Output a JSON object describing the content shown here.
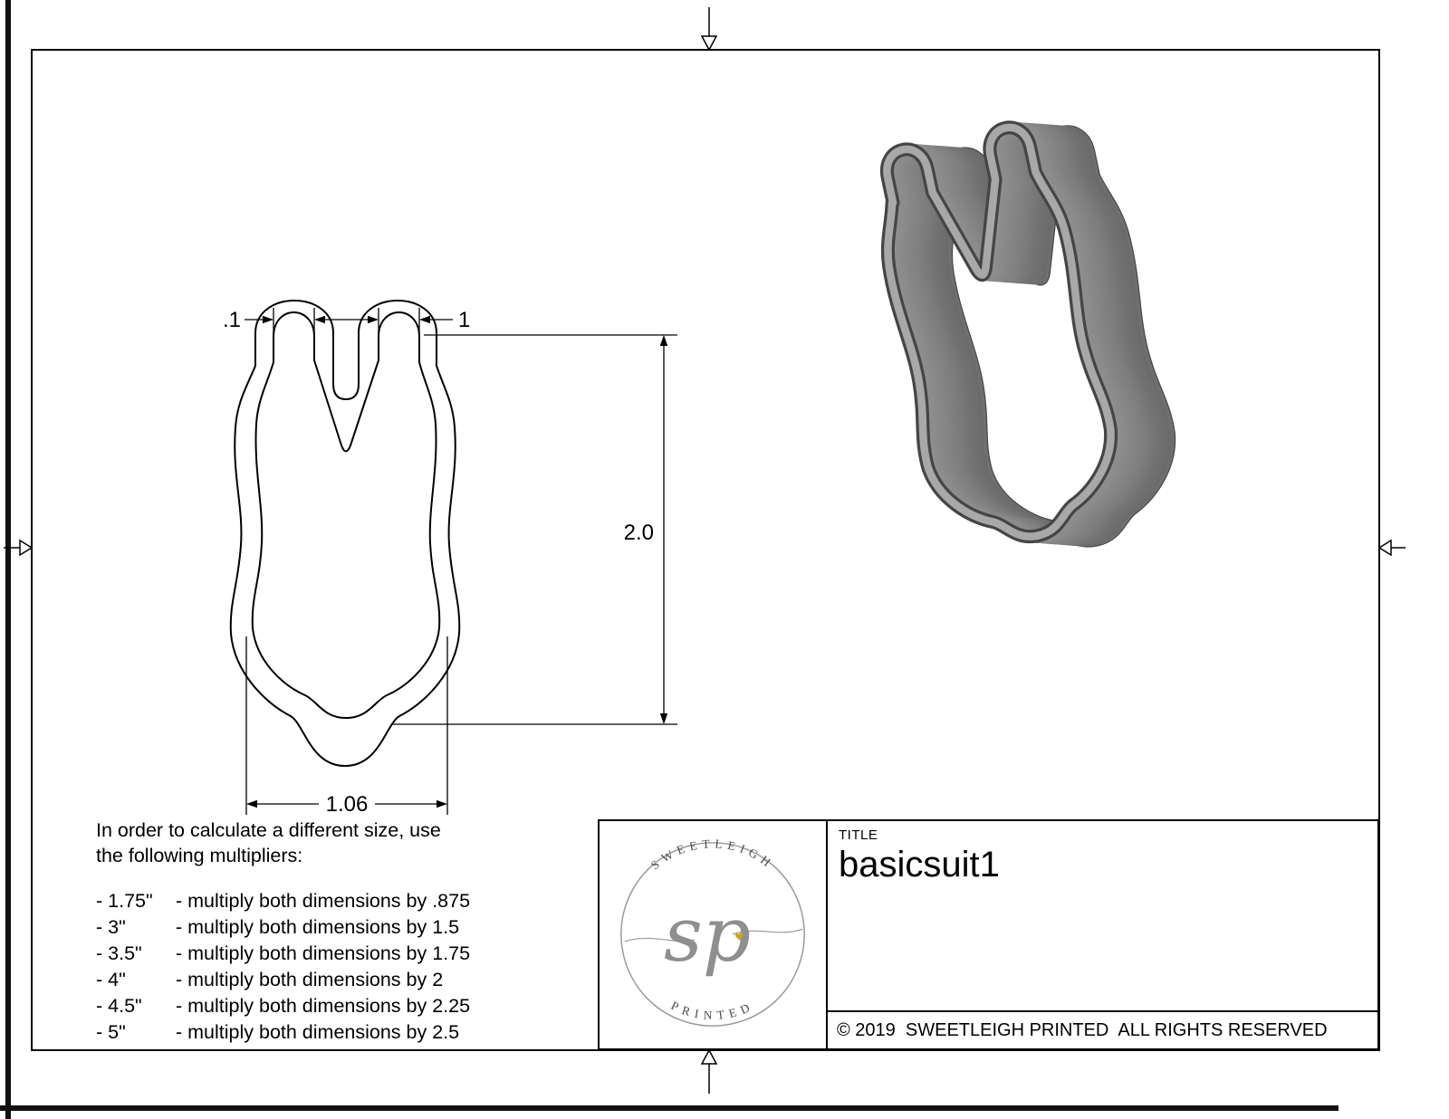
{
  "dimensions": {
    "wall": ".1",
    "top_width": "1",
    "height": "2.0",
    "bottom_width": "1.06"
  },
  "instructions": {
    "intro": [
      "In order to calculate a different size, use",
      "the following multipliers:"
    ],
    "rows": [
      {
        "size": "- 1.75\"",
        "rule": "- multiply both dimensions by .875"
      },
      {
        "size": "- 3\"",
        "rule": "- multiply both dimensions by 1.5"
      },
      {
        "size": "- 3.5\"",
        "rule": "- multiply both dimensions by 1.75"
      },
      {
        "size": "- 4\"",
        "rule": "- multiply both dimensions by 2"
      },
      {
        "size": "- 4.5\"",
        "rule": "- multiply both dimensions by 2.25"
      },
      {
        "size": "- 5\"",
        "rule": "- multiply both dimensions by 2.5"
      }
    ]
  },
  "title_block": {
    "label": "TITLE",
    "title": "basicsuit1",
    "copyright": "© 2019  SWEETLEIGH PRINTED  ALL RIGHTS RESERVED",
    "logo": {
      "arc_top": "SWEETLEIGH",
      "arc_bottom": "PRINTED",
      "monogram": "sp",
      "heart": "♥",
      "heart_color": "#c9a227"
    }
  }
}
